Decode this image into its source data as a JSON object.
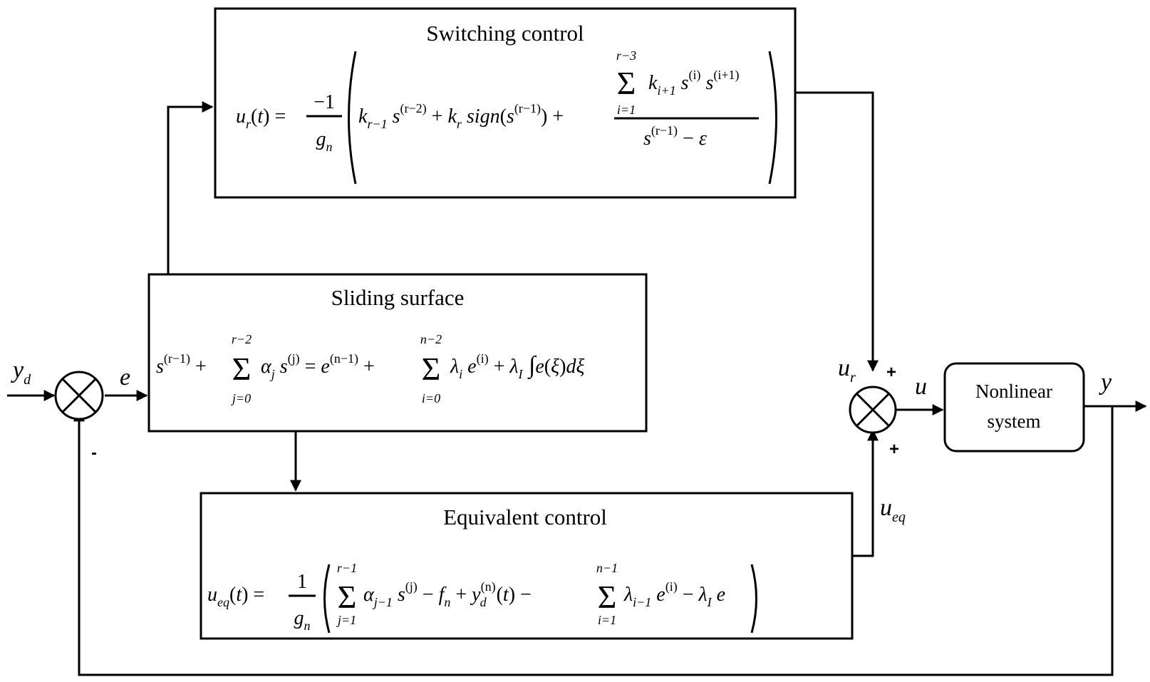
{
  "blocks": {
    "switching": {
      "title": "Switching control",
      "formula": "u_r(t) = (−1 / g_n) · ( k_{r−1} s^{(r−2)} + k_r sign(s^{(r−1)}) + [ Σ_{i=1}^{r−3} k_{i+1} s^{(i)} s^{(i+1)} ] / [ s^{(r−1)} − ε ] )"
    },
    "sliding": {
      "title": "Sliding surface",
      "formula": "s^{(r−1)} + Σ_{j=0}^{r−2} α_j s^{(j)} = e^{(n−1)} + Σ_{i=0}^{n−2} λ_i e^{(i)} + λ_I ∫ e(ξ) dξ"
    },
    "equivalent": {
      "title": "Equivalent control",
      "formula": "u_eq(t) = (1 / g_n) · ( Σ_{j=1}^{r−1} α_{j−1} s^{(j)} − f_n + y_d^{(n)}(t) − Σ_{i=1}^{n−1} λ_{i−1} e^{(i)} − λ_I e )"
    },
    "plant": {
      "line1": "Nonlinear",
      "line2": "system"
    }
  },
  "signals": {
    "yd": "y_d",
    "e": "e",
    "ur": "u_r",
    "u": "u",
    "ueq": "u_eq",
    "y": "y"
  },
  "signs": {
    "feedback_minus": "-",
    "ur_plus": "+",
    "ueq_plus": "+"
  }
}
